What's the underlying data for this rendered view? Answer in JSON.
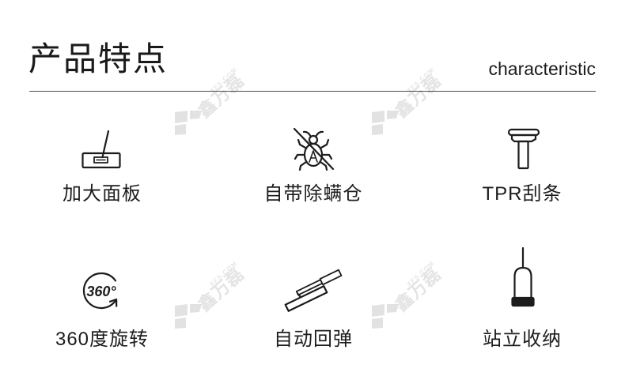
{
  "header": {
    "title": "产品特点",
    "subtitle": "characteristic"
  },
  "features": [
    {
      "label": "加大面板",
      "icon": "flat-mop-icon"
    },
    {
      "label": "自带除螨仓",
      "icon": "anti-mite-icon"
    },
    {
      "label": "TPR刮条",
      "icon": "squeegee-icon"
    },
    {
      "label": "360度旋转",
      "icon": "rotate-360-icon",
      "icon_text": "360°"
    },
    {
      "label": "自动回弹",
      "icon": "auto-rebound-icon"
    },
    {
      "label": "站立收纳",
      "icon": "standing-storage-icon"
    }
  ],
  "watermark": {
    "brand": "鑫万磊",
    "domain": "XFS.COM"
  },
  "colors": {
    "background": "#ffffff",
    "text": "#1c1c1c",
    "divider": "#4d4d4d",
    "watermark": "#e3e3e3"
  }
}
